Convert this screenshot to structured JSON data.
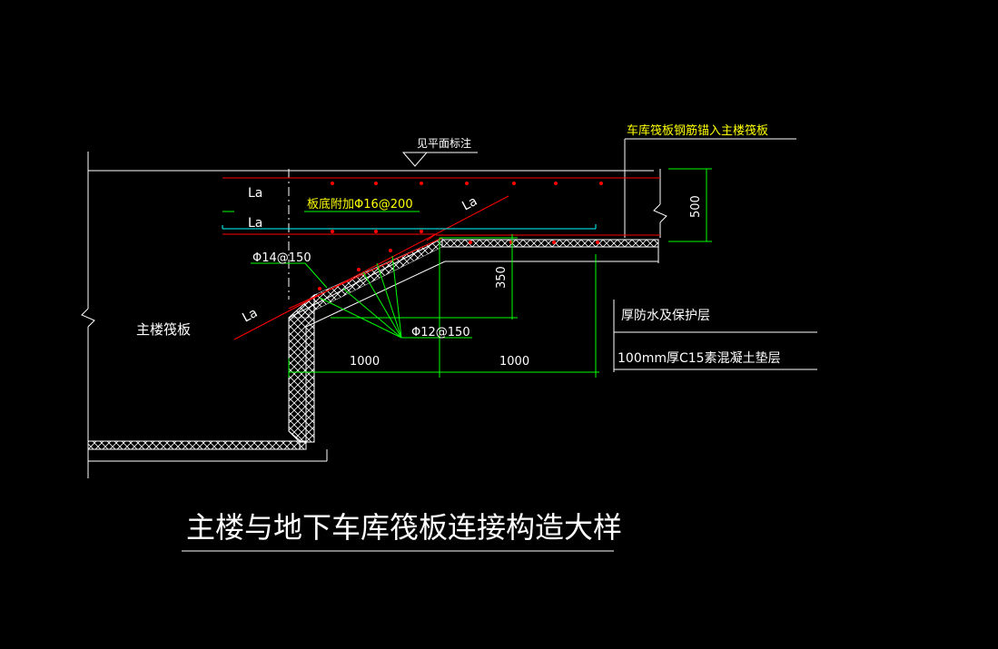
{
  "colors": {
    "background": "#000000",
    "white": "#ffffff",
    "green": "#00ff00",
    "red": "#ff0000",
    "yellow": "#ffff00",
    "cyan": "#00ffff"
  },
  "labels": {
    "see_plan": "见平面标注",
    "garage_anchor": "车库筏板钢筋锚入主楼筏板",
    "la": "La",
    "bottom_add": "板底附加Φ16@200",
    "phi14": "Φ14@150",
    "phi12": "Φ12@150",
    "main_raft": "主楼筏板",
    "waterproof": "厚防水及保护层",
    "cushion": "100mm厚C15素混凝土垫层",
    "dim_500": "500",
    "dim_350": "350",
    "dim_1000": "1000",
    "title": "主楼与地下车库筏板连接构造大样"
  }
}
